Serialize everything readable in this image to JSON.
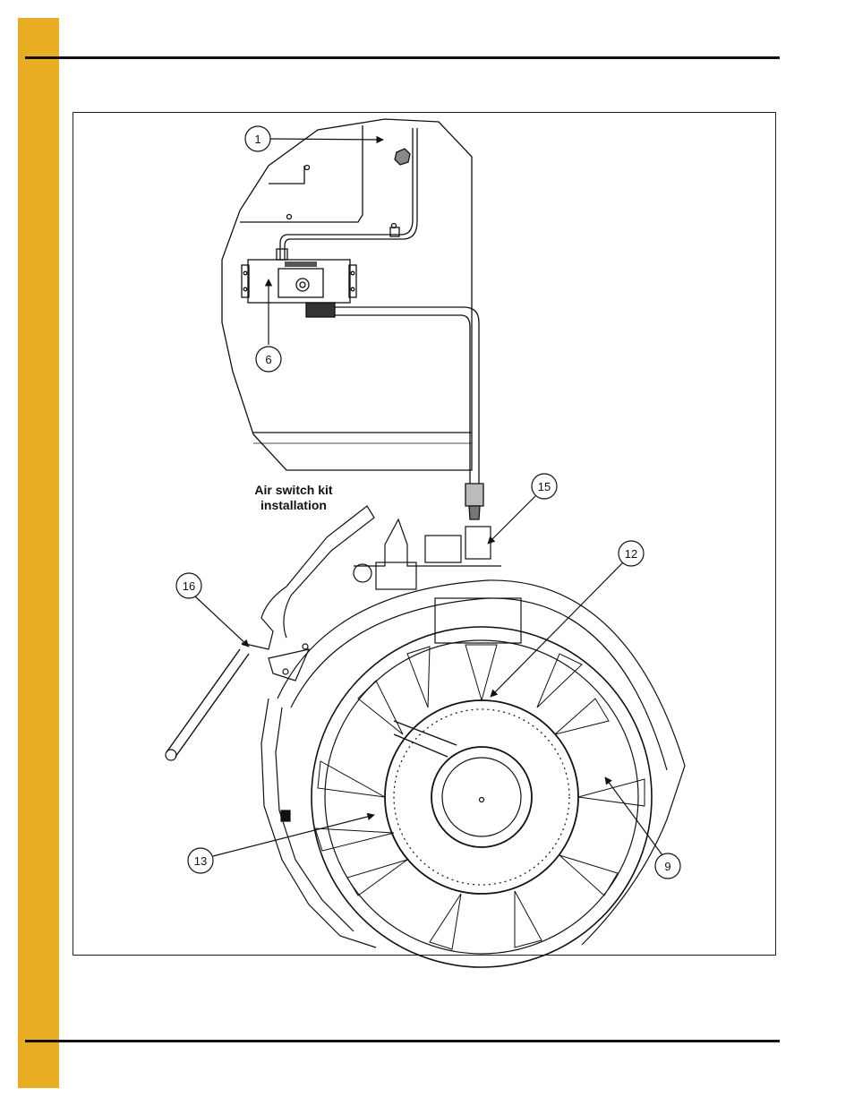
{
  "colors": {
    "accent_bar": "#e8ad22",
    "line": "#111111"
  },
  "figure": {
    "caption_line1": "Air switch kit",
    "caption_line2": "installation",
    "callouts": [
      {
        "id": "callout-1",
        "label": "1"
      },
      {
        "id": "callout-6",
        "label": "6"
      },
      {
        "id": "callout-15",
        "label": "15"
      },
      {
        "id": "callout-12",
        "label": "12"
      },
      {
        "id": "callout-16",
        "label": "16"
      },
      {
        "id": "callout-13",
        "label": "13"
      },
      {
        "id": "callout-9",
        "label": "9"
      }
    ]
  }
}
